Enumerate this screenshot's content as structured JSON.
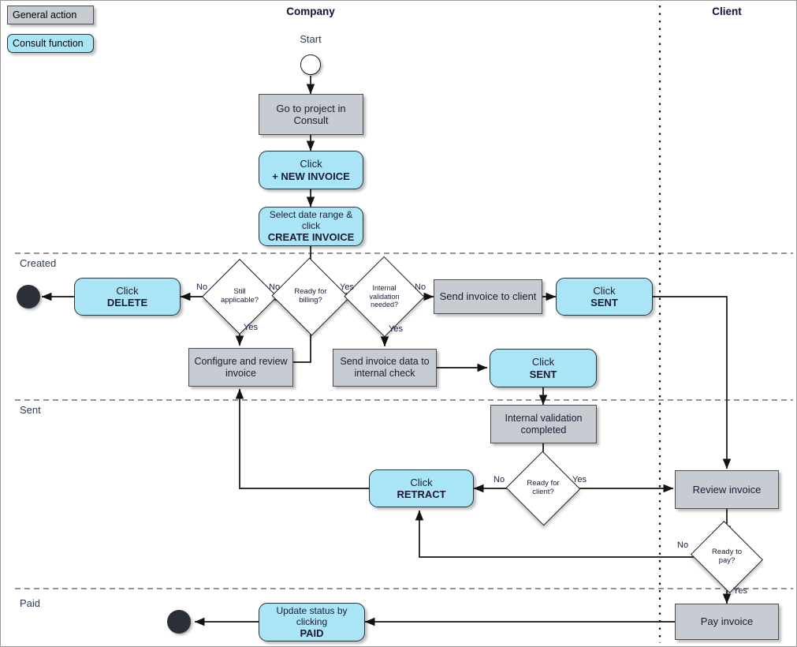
{
  "legend": {
    "items": [
      {
        "label": "General action",
        "style": "gray"
      },
      {
        "label": "Consult function",
        "style": "blue"
      }
    ]
  },
  "columns": [
    {
      "id": "company",
      "label": "Company"
    },
    {
      "id": "client",
      "label": "Client"
    }
  ],
  "lanes": [
    {
      "id": "created",
      "label": "Created"
    },
    {
      "id": "sent",
      "label": "Sent"
    },
    {
      "id": "paid",
      "label": "Paid"
    }
  ],
  "start": {
    "label": "Start"
  },
  "nodes": {
    "go_to_project": {
      "line1": "Go to project in",
      "line2": "Consult"
    },
    "new_invoice": {
      "line1": "Click",
      "line2": "+ NEW INVOICE"
    },
    "create_invoice": {
      "line1": "Select date range &",
      "line2": "click",
      "line3": "CREATE INVOICE"
    },
    "click_delete": {
      "line1": "Click",
      "line2": "DELETE"
    },
    "configure_review": {
      "line1": "Configure and review",
      "line2": "invoice"
    },
    "send_internal": {
      "line1": "Send invoice data to",
      "line2": "internal check"
    },
    "send_to_client": {
      "line1": "Send invoice to client"
    },
    "click_sent_client": {
      "line1": "Click",
      "line2": "SENT"
    },
    "click_sent_internal": {
      "line1": "Click",
      "line2": "SENT"
    },
    "internal_validation_completed": {
      "line1": "Internal validation",
      "line2": "completed"
    },
    "click_retract": {
      "line1": "Click",
      "line2": "RETRACT"
    },
    "review_invoice": {
      "line1": "Review invoice"
    },
    "pay_invoice": {
      "line1": "Pay invoice"
    },
    "update_paid": {
      "line1": "Update status by",
      "line2": "clicking",
      "line3": "PAID"
    }
  },
  "decisions": {
    "still_applicable": {
      "line1": "Still",
      "line2": "applicable?"
    },
    "ready_for_billing": {
      "line1": "Ready for",
      "line2": "billing?"
    },
    "internal_validation_needed": {
      "line1": "Internal",
      "line2": "validation",
      "line3": "needed?"
    },
    "ready_for_client": {
      "line1": "Ready for",
      "line2": "client?"
    },
    "ready_to_pay": {
      "line1": "Ready to",
      "line2": "pay?"
    }
  },
  "edge_labels": {
    "still_applicable_no": "No",
    "still_applicable_yes": "Yes",
    "ready_for_billing_no": "No",
    "ready_for_billing_yes": "Yes",
    "internal_validation_no": "No",
    "internal_validation_yes": "Yes",
    "ready_for_client_no": "No",
    "ready_for_client_yes": "Yes",
    "ready_to_pay_no": "No",
    "ready_to_pay_yes": "Yes"
  },
  "colors": {
    "general_action_fill": "#c6ccd2",
    "consult_function_fill": "#aae5f7",
    "stroke": "#1a1a1a",
    "end_node_fill": "#2b3038",
    "lane_divider": "#555555"
  }
}
